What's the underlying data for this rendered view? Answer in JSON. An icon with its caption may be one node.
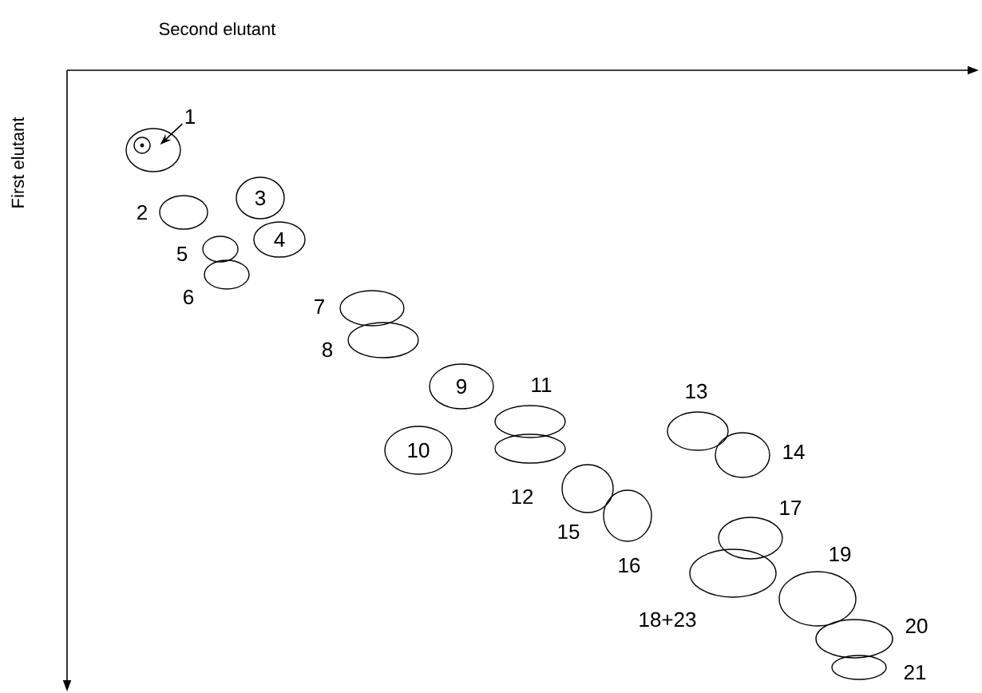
{
  "diagram": {
    "nodes": [
      {
        "text": [
          "1"
        ]
      },
      {
        "text": [],
        "shape": "blob"
      },
      {
        "text": [],
        "shape": "blob",
        "beside": [
          "2"
        ]
      },
      {
        "text": [
          "3"
        ]
      },
      {
        "text": [
          "4"
        ]
      },
      {
        "text": [],
        "shape": "blob",
        "beside": [
          "5"
        ]
      },
      {
        "text": [],
        "shape": "blob",
        "beside": [
          "6"
        ]
      },
      {
        "text": [],
        "shape": "blob",
        "beside": [
          "7"
        ]
      },
      {
        "text": [],
        "shape": "blob",
        "beside": [
          "8"
        ]
      },
      {
        "text": [
          "9"
        ]
      },
      {
        "text": [
          "10"
        ]
      },
      {
        "text": [],
        "shape": "blob",
        "beside": [
          "11"
        ]
      },
      {
        "text": [],
        "shape": "blob",
        "beside": [
          "12"
        ]
      },
      {
        "text": [],
        "shape": "blob",
        "beside": [
          "13"
        ]
      },
      {
        "text": [],
        "shape": "blob",
        "beside": [
          "14"
        ]
      },
      {
        "text": [],
        "shape": "blob",
        "beside": [
          "15"
        ]
      },
      {
        "text": [],
        "shape": "blob",
        "beside": [
          "16"
        ]
      },
      {
        "text": [],
        "shape": "blob",
        "beside": [
          "17"
        ]
      },
      {
        "text": [],
        "shape": "blob",
        "beside": [
          "18+23"
        ]
      },
      {
        "text": [],
        "shape": "blob",
        "beside": [
          "19"
        ]
      },
      {
        "text": [],
        "shape": "blob",
        "beside": [
          "20"
        ]
      },
      {
        "text": [],
        "shape": "blob",
        "beside": [
          "21"
        ]
      }
    ],
    "edges": [
      {
        "from": 0,
        "to": 1,
        "arrow": "to"
      }
    ],
    "labels": [
      "Second elutant",
      "First elutant"
    ]
  }
}
